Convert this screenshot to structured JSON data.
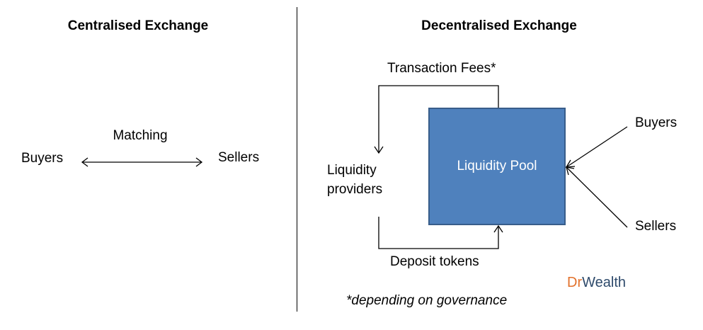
{
  "left_panel": {
    "title": "Centralised Exchange",
    "buyers": "Buyers",
    "sellers": "Sellers",
    "matching": "Matching"
  },
  "right_panel": {
    "title": "Decentralised Exchange",
    "transaction_fees": "Transaction Fees*",
    "liquidity_providers_line1": "Liquidity",
    "liquidity_providers_line2": "providers",
    "liquidity_pool": "Liquidity Pool",
    "deposit_tokens": "Deposit tokens",
    "buyers": "Buyers",
    "sellers": "Sellers",
    "footnote": "*depending on governance"
  },
  "logo": {
    "dr": "Dr",
    "wealth": "Wealth"
  },
  "colors": {
    "pool_fill": "#4f81bd",
    "pool_border": "#385d8a",
    "logo_dr": "#e2712b",
    "logo_wealth": "#2e4a6b"
  }
}
